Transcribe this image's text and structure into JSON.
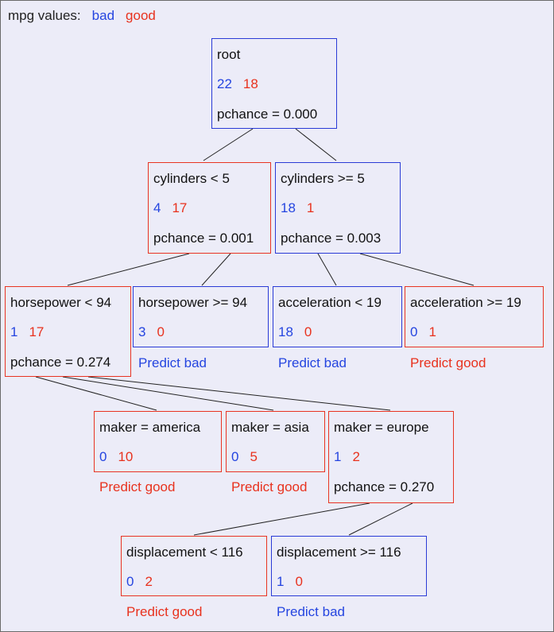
{
  "legend": {
    "label": "mpg values:",
    "bad": "bad",
    "good": "good"
  },
  "colors": {
    "bad": "#2545e0",
    "good": "#e8321e",
    "background": "#ececf8"
  },
  "nodes": {
    "root": {
      "title": "root",
      "bad": "22",
      "good": "18",
      "pchance": "pchance = 0.000"
    },
    "cyl_lt": {
      "title": "cylinders < 5",
      "bad": "4",
      "good": "17",
      "pchance": "pchance = 0.001"
    },
    "cyl_ge": {
      "title": "cylinders >= 5",
      "bad": "18",
      "good": "1",
      "pchance": "pchance = 0.003"
    },
    "hp_lt": {
      "title": "horsepower < 94",
      "bad": "1",
      "good": "17",
      "pchance": "pchance = 0.274"
    },
    "hp_ge": {
      "title": "horsepower >= 94",
      "bad": "3",
      "good": "0",
      "prediction": "Predict bad"
    },
    "acc_lt": {
      "title": "acceleration < 19",
      "bad": "18",
      "good": "0",
      "prediction": "Predict bad"
    },
    "acc_ge": {
      "title": "acceleration >= 19",
      "bad": "0",
      "good": "1",
      "prediction": "Predict good"
    },
    "mk_am": {
      "title": "maker = america",
      "bad": "0",
      "good": "10",
      "prediction": "Predict good"
    },
    "mk_as": {
      "title": "maker = asia",
      "bad": "0",
      "good": "5",
      "prediction": "Predict good"
    },
    "mk_eu": {
      "title": "maker = europe",
      "bad": "1",
      "good": "2",
      "pchance": "pchance = 0.270"
    },
    "disp_lt": {
      "title": "displacement < 116",
      "bad": "0",
      "good": "2",
      "prediction": "Predict good"
    },
    "disp_ge": {
      "title": "displacement >= 116",
      "bad": "1",
      "good": "0",
      "prediction": "Predict bad"
    }
  }
}
